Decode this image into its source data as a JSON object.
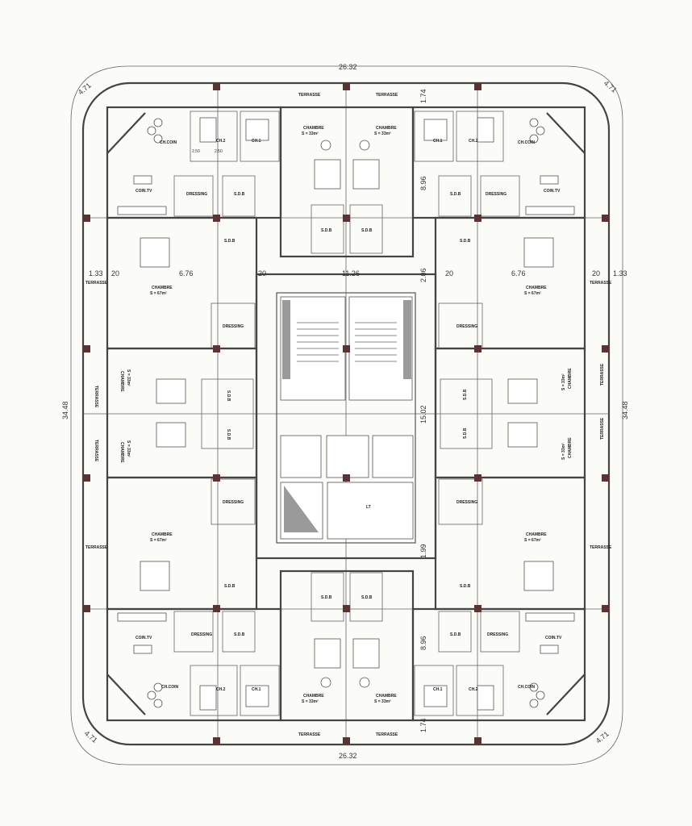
{
  "dimensions": {
    "top_width": "26.32",
    "bottom_width": "26.32",
    "left_height": "34.48",
    "right_height": "34.48",
    "corner_offset": "4.71",
    "side_offset": "1.33",
    "wall_20": "20",
    "room_depth": "6.76",
    "corridor_width": "11.26",
    "corridor_gap": "2.06",
    "core_height": "15.02",
    "gap_lower": "1.99",
    "wing_depth": "8.96",
    "terrace_depth": "1.74",
    "small_a": "2.50",
    "small_b": "2.50"
  },
  "rooms": {
    "terrasse": "TERRASSE",
    "chambre": "CHAMBRE",
    "chambre_area_33": "S = 33m²",
    "chambre_area_67": "S = 67m²",
    "ch1": "CH.1",
    "ch2": "CH.2",
    "ch_coin": "CH.COIN",
    "coin_tv": "COIN.TV",
    "dressing": "DRESSING",
    "sdb": "S.D.B",
    "lt": "LT"
  }
}
